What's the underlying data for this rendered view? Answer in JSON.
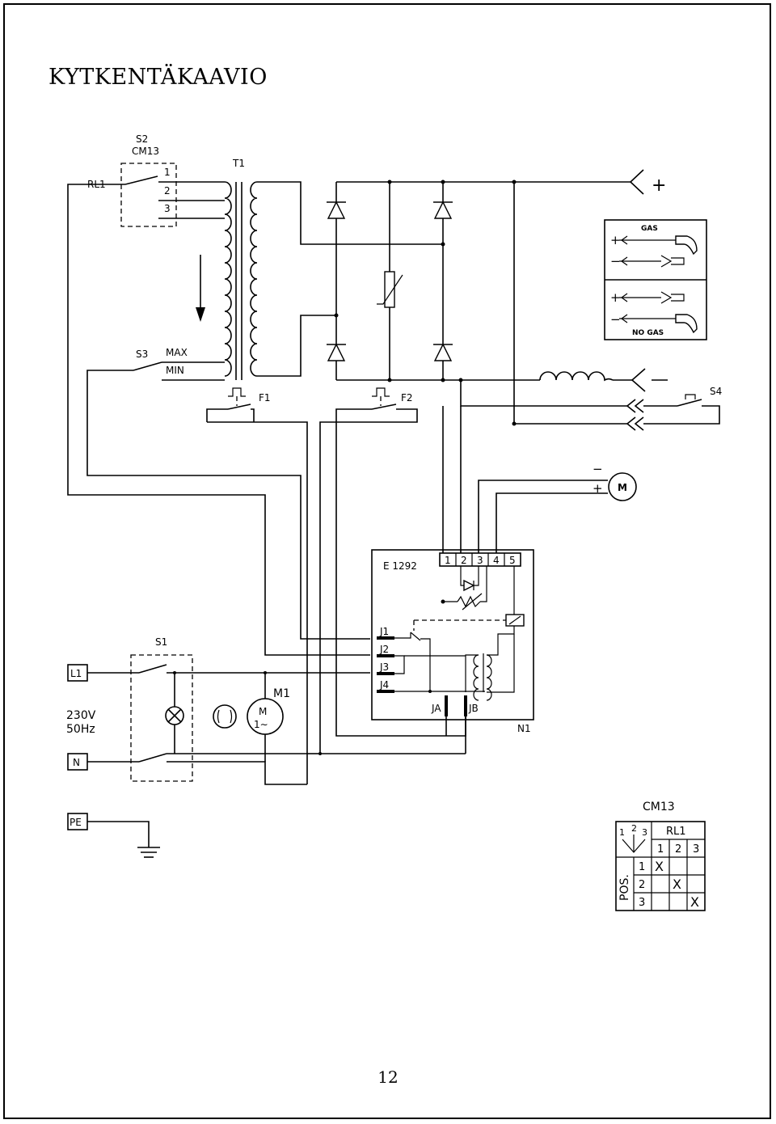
{
  "title": "KYTKENTÄKAAVIO",
  "page_number": "12",
  "labels": {
    "s2": "S2",
    "cm13": "CM13",
    "rl1": "RL1",
    "t1": "T1",
    "tap1": "1",
    "tap2": "2",
    "tap3": "3",
    "s3": "S3",
    "max": "MAX",
    "min": "MIN",
    "f1": "F1",
    "f2": "F2",
    "s4": "S4",
    "gas": "GAS",
    "no_gas": "NO GAS",
    "plus": "+",
    "minus": "−",
    "m": "M",
    "e1292": "E 1292",
    "t_1": "1",
    "t_2": "2",
    "t_3": "3",
    "t_4": "4",
    "t_5": "5",
    "j1": "J1",
    "j2": "J2",
    "j3": "J3",
    "j4": "J4",
    "ja": "JA",
    "jb": "JB",
    "n1": "N1",
    "s1": "S1",
    "m1": "M1",
    "m1_m": "M",
    "m1_phase": "1∼",
    "l1": "L1",
    "n": "N",
    "pe": "PE",
    "voltage": "230V",
    "frequency": "50Hz"
  },
  "cm13_table": {
    "title": "CM13",
    "rl1": "RL1",
    "rl1_cols": [
      "1",
      "2",
      "3"
    ],
    "pos_label": "POS.",
    "icon_nums": [
      "1",
      "2",
      "3"
    ],
    "rows": [
      {
        "pos": "1",
        "marks": [
          "X",
          "",
          ""
        ]
      },
      {
        "pos": "2",
        "marks": [
          "",
          "X",
          ""
        ]
      },
      {
        "pos": "3",
        "marks": [
          "",
          "",
          "X"
        ]
      }
    ]
  }
}
